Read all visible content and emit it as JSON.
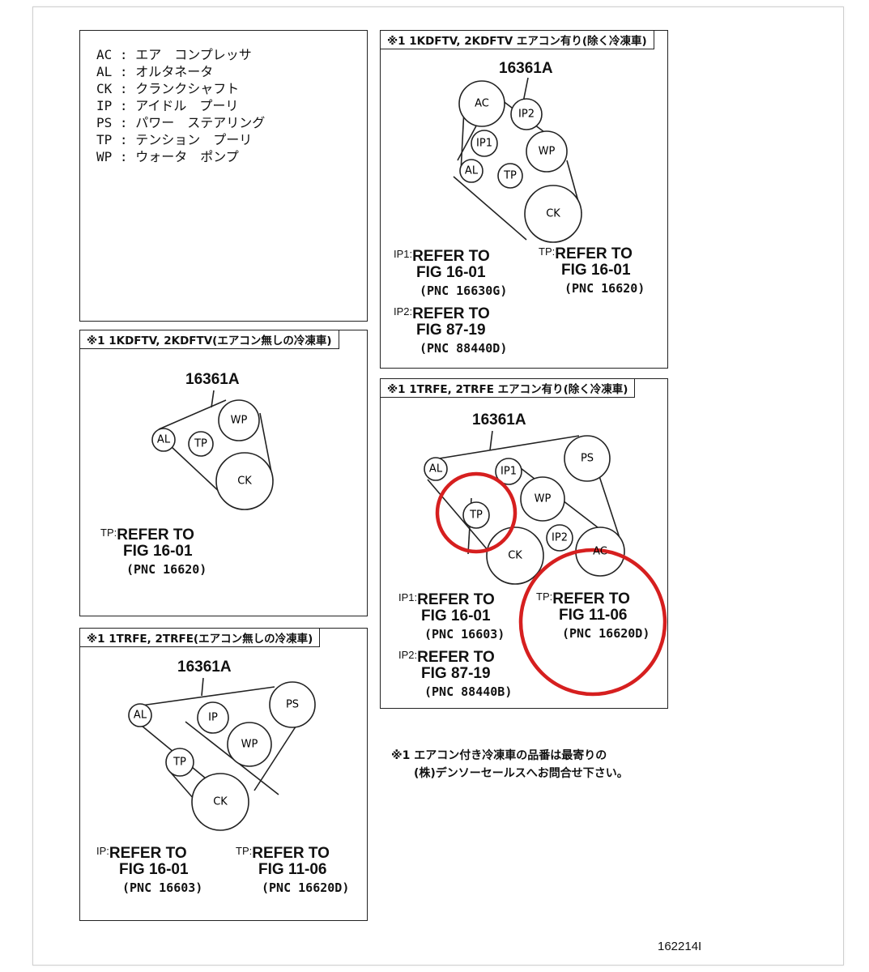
{
  "legend": [
    {
      "code": "AC",
      "sep": ":",
      "desc": "エア　コンプレッサ"
    },
    {
      "code": "AL",
      "sep": ":",
      "desc": "オルタネータ"
    },
    {
      "code": "CK",
      "sep": ":",
      "desc": "クランクシャフト"
    },
    {
      "code": "IP",
      "sep": ":",
      "desc": "アイドル　プーリ"
    },
    {
      "code": "PS",
      "sep": ":",
      "desc": "パワー　ステアリング"
    },
    {
      "code": "TP",
      "sep": ":",
      "desc": "テンション　プーリ"
    },
    {
      "code": "WP",
      "sep": ":",
      "desc": "ウォータ　ポンプ"
    }
  ],
  "panels": {
    "kd_ac": {
      "title": "※1 1KDFTV, 2KDFTV エアコン有り(除く冷凍車)",
      "part": "16361A",
      "pulleys": {
        "ac": "AC",
        "ip2": "IP2",
        "ip1": "IP1",
        "wp": "WP",
        "al": "AL",
        "tp": "TP",
        "ck": "CK"
      },
      "notes": [
        {
          "key": "IP1:",
          "l1": "REFER TO",
          "l2": "FIG 16-01",
          "l3": "(PNC 16630G)"
        },
        {
          "key": "TP:",
          "l1": "REFER TO",
          "l2": "FIG 16-01",
          "l3": "(PNC 16620)"
        },
        {
          "key": "IP2:",
          "l1": "REFER TO",
          "l2": "FIG 87-19",
          "l3": "(PNC 88440D)"
        }
      ]
    },
    "kd_noac": {
      "title": "※1 1KDFTV, 2KDFTV(エアコン無しの冷凍車)",
      "part": "16361A",
      "pulleys": {
        "al": "AL",
        "tp": "TP",
        "wp": "WP",
        "ck": "CK"
      },
      "notes": [
        {
          "key": "TP:",
          "l1": "REFER TO",
          "l2": "FIG 16-01",
          "l3": "(PNC 16620)"
        }
      ]
    },
    "tr_ac": {
      "title": "※1 1TRFE, 2TRFE エアコン有り(除く冷凍車)",
      "part": "16361A",
      "pulleys": {
        "al": "AL",
        "ip1": "IP1",
        "ps": "PS",
        "tp": "TP",
        "wp": "WP",
        "ip2": "IP2",
        "ck": "CK",
        "ac": "AC"
      },
      "notes": [
        {
          "key": "IP1:",
          "l1": "REFER TO",
          "l2": "FIG 16-01",
          "l3": "(PNC 16603)"
        },
        {
          "key": "TP:",
          "l1": "REFER TO",
          "l2": "FIG 11-06",
          "l3": "(PNC 16620D)"
        },
        {
          "key": "IP2:",
          "l1": "REFER TO",
          "l2": "FIG 87-19",
          "l3": "(PNC 88440B)"
        }
      ]
    },
    "tr_noac": {
      "title": "※1 1TRFE, 2TRFE(エアコン無しの冷凍車)",
      "part": "16361A",
      "pulleys": {
        "al": "AL",
        "ip": "IP",
        "ps": "PS",
        "wp": "WP",
        "tp": "TP",
        "ck": "CK"
      },
      "notes": [
        {
          "key": "IP:",
          "l1": "REFER TO",
          "l2": "FIG 16-01",
          "l3": "(PNC 16603)"
        },
        {
          "key": "TP:",
          "l1": "REFER TO",
          "l2": "FIG 11-06",
          "l3": "(PNC 16620D)"
        }
      ]
    }
  },
  "footnote": {
    "line1": "※1 エアコン付き冷凍車の品番は最寄りの",
    "line2": "(株)デンソーセールスへお問合せ下さい。"
  },
  "figure_id": "162214I",
  "colors": {
    "line": "#222222",
    "highlight": "#d61f1f"
  }
}
